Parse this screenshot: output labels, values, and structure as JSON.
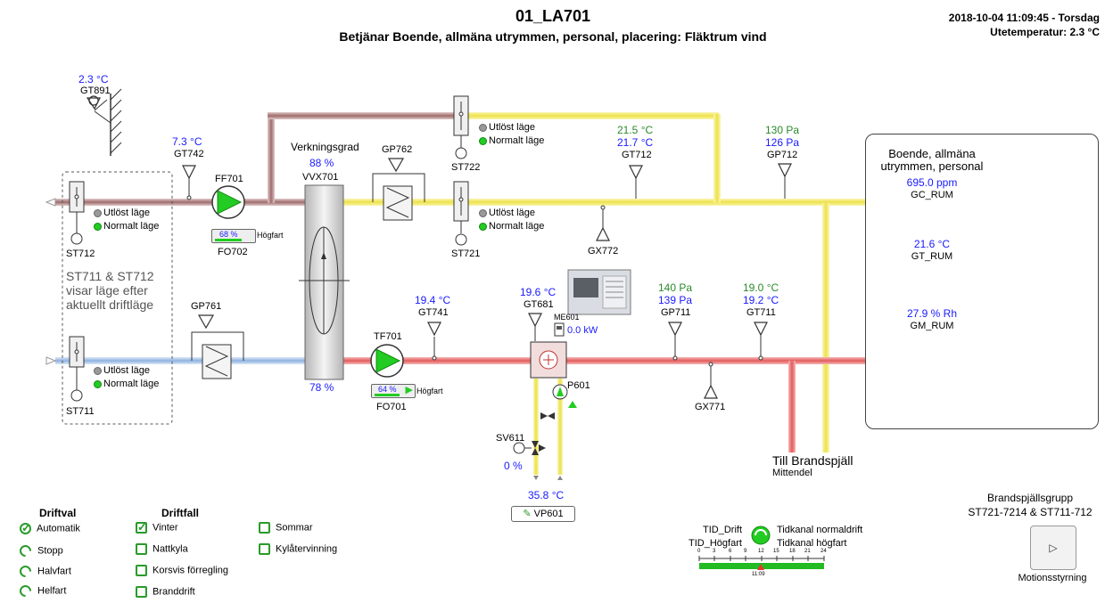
{
  "header": {
    "title": "01_LA701",
    "subtitle": "Betjänar Boende, allmäna utrymmen, personal, placering: Fläktrum vind",
    "datetime": "2018-10-04 11:09:45 - Torsdag",
    "outdoor": "Utetemperatur: 2.3 °C"
  },
  "outdoor_sensor": {
    "value": "2.3 °C",
    "tag": "GT891"
  },
  "gt742": {
    "value": "7.3 °C",
    "tag": "GT742"
  },
  "ff701": {
    "tag": "FF701",
    "speed": "68 %",
    "mode": "Högfart",
    "fo": "FO702"
  },
  "tf701": {
    "tag": "TF701",
    "speed": "64 %",
    "mode": "Högfart",
    "fo": "FO701"
  },
  "vvx": {
    "label": "Verkningsgrad",
    "efficiency": "88 %",
    "tag": "VVX701",
    "output": "78 %"
  },
  "gp762": {
    "tag": "GP762"
  },
  "gp761": {
    "tag": "GP761"
  },
  "st722": {
    "tag": "ST722",
    "a": "Utlöst läge",
    "b": "Normalt läge"
  },
  "st721": {
    "tag": "ST721",
    "a": "Utlöst läge",
    "b": "Normalt läge"
  },
  "st712": {
    "tag": "ST712",
    "a": "Utlöst läge",
    "b": "Normalt läge"
  },
  "st711": {
    "tag": "ST711",
    "a": "Utlöst läge",
    "b": "Normalt läge"
  },
  "st_note": {
    "l1": "ST711 & ST712",
    "l2": "visar läge efter",
    "l3": "aktuellt driftläge"
  },
  "gt712": {
    "sp": "21.5 °C",
    "value": "21.7 °C",
    "tag": "GT712"
  },
  "gp712": {
    "sp": "130 Pa",
    "value": "126 Pa",
    "tag": "GP712"
  },
  "gx772": {
    "tag": "GX772"
  },
  "gt741": {
    "value": "19.4 °C",
    "tag": "GT741"
  },
  "gt681": {
    "value": "19.6 °C",
    "tag": "GT681"
  },
  "me601": {
    "tag": "ME601",
    "value": "0.0 kW"
  },
  "gp711": {
    "sp": "140 Pa",
    "value": "139 Pa",
    "tag": "GP711"
  },
  "gt711": {
    "sp": "19.0 °C",
    "value": "19.2 °C",
    "tag": "GT711"
  },
  "gx771": {
    "tag": "GX771"
  },
  "p601": {
    "tag": "P601"
  },
  "sv611": {
    "tag": "SV611",
    "value": "0 %"
  },
  "vp601": {
    "temp": "35.8 °C",
    "tag": "VP601"
  },
  "brandspjall": {
    "label": "Till Brandspjäll",
    "sub": "Mittendel"
  },
  "room": {
    "l1": "Boende, allmäna",
    "l2": "utrymmen, personal",
    "co2": "695.0 ppm",
    "co2_tag": "GC_RUM",
    "temp": "21.6 °C",
    "temp_tag": "GT_RUM",
    "rh": "27.9 % Rh",
    "rh_tag": "GM_RUM"
  },
  "driftval": {
    "title": "Driftval",
    "items": [
      "Automatik",
      "Stopp",
      "Halvfart",
      "Helfart"
    ]
  },
  "driftfall": {
    "title": "Driftfall",
    "col1": [
      "Vinter",
      "Nattkyla",
      "Korsvis förregling",
      "Branddrift"
    ],
    "col2": [
      "Sommar",
      "Kylåtervinning"
    ]
  },
  "tid": {
    "drift": "TID_Drift",
    "hogfart": "TID_Högfart",
    "normal": "Tidkanal normaldrift",
    "hog": "Tidkanal högfart",
    "ticks": [
      "0",
      "3",
      "6",
      "9",
      "12",
      "15",
      "18",
      "21",
      "24"
    ],
    "now": "11:09"
  },
  "brandgrupp": {
    "l1": "Brandspjällsgrupp",
    "l2": "ST721-7214 & ST711-712",
    "button": "▷",
    "caption": "Motionsstyrning"
  },
  "colors": {
    "supply_warm": "#e57f7f",
    "supply_cold": "#a9c6ea",
    "yellow": "#f2ec6e",
    "brown": "#b98c8c",
    "green": "#22cc22"
  }
}
